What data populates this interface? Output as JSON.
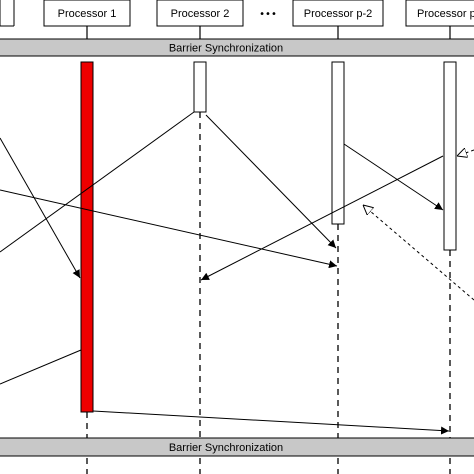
{
  "processors": [
    {
      "label": "Processor 1"
    },
    {
      "label": "Processor 2"
    },
    {
      "label": "Processor p-2"
    },
    {
      "label": "Processor p"
    }
  ],
  "ellipsis": "•••",
  "barriers": [
    {
      "label": "Barrier Synchronization"
    },
    {
      "label": "Barrier Synchronization"
    }
  ],
  "colors": {
    "highlight_bar": "#ee0000",
    "barrier_fill": "#c8c8c8",
    "line": "#000000"
  }
}
